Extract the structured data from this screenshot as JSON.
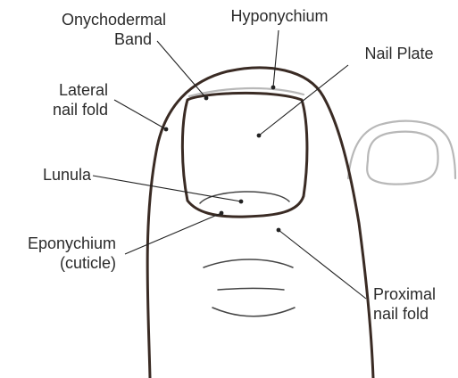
{
  "diagram": {
    "labels": {
      "onychodermal_band": [
        "Onychodermal",
        "Band"
      ],
      "hyponychium": "Hyponychium",
      "nail_plate": "Nail Plate",
      "lateral_nail_fold": [
        "Lateral",
        "nail fold"
      ],
      "lunula": "Lunula",
      "eponychium": [
        "Eponychium",
        "(cuticle)"
      ],
      "proximal_nail_fold": [
        "Proximal",
        "nail fold"
      ]
    },
    "colors": {
      "outline": "#3a2b24",
      "secondary_toe": "#b8b8b8",
      "text": "#2b2b2b"
    }
  }
}
